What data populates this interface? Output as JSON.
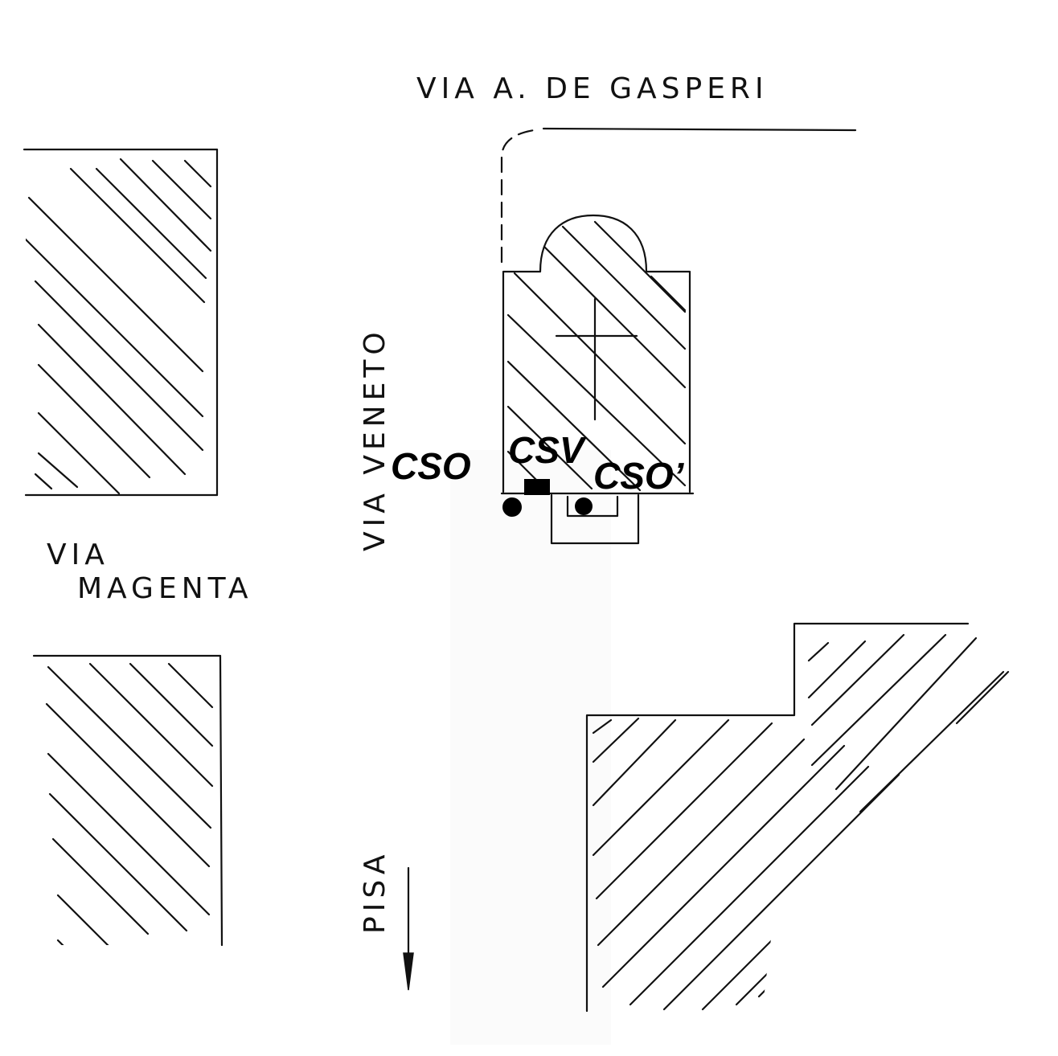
{
  "streets": {
    "via_de_gasperi": "VIA A. DE GASPERI",
    "via_veneto": "VIA VENETO",
    "via_magenta_line1": "VIA",
    "via_magenta_line2": "MAGENTA",
    "pisa": "PISA"
  },
  "markers": {
    "cso": "CSO",
    "csv": "CSV",
    "cso_prime": "CSO’"
  },
  "colors": {
    "ink": "#111111",
    "paper": "#ffffff"
  }
}
